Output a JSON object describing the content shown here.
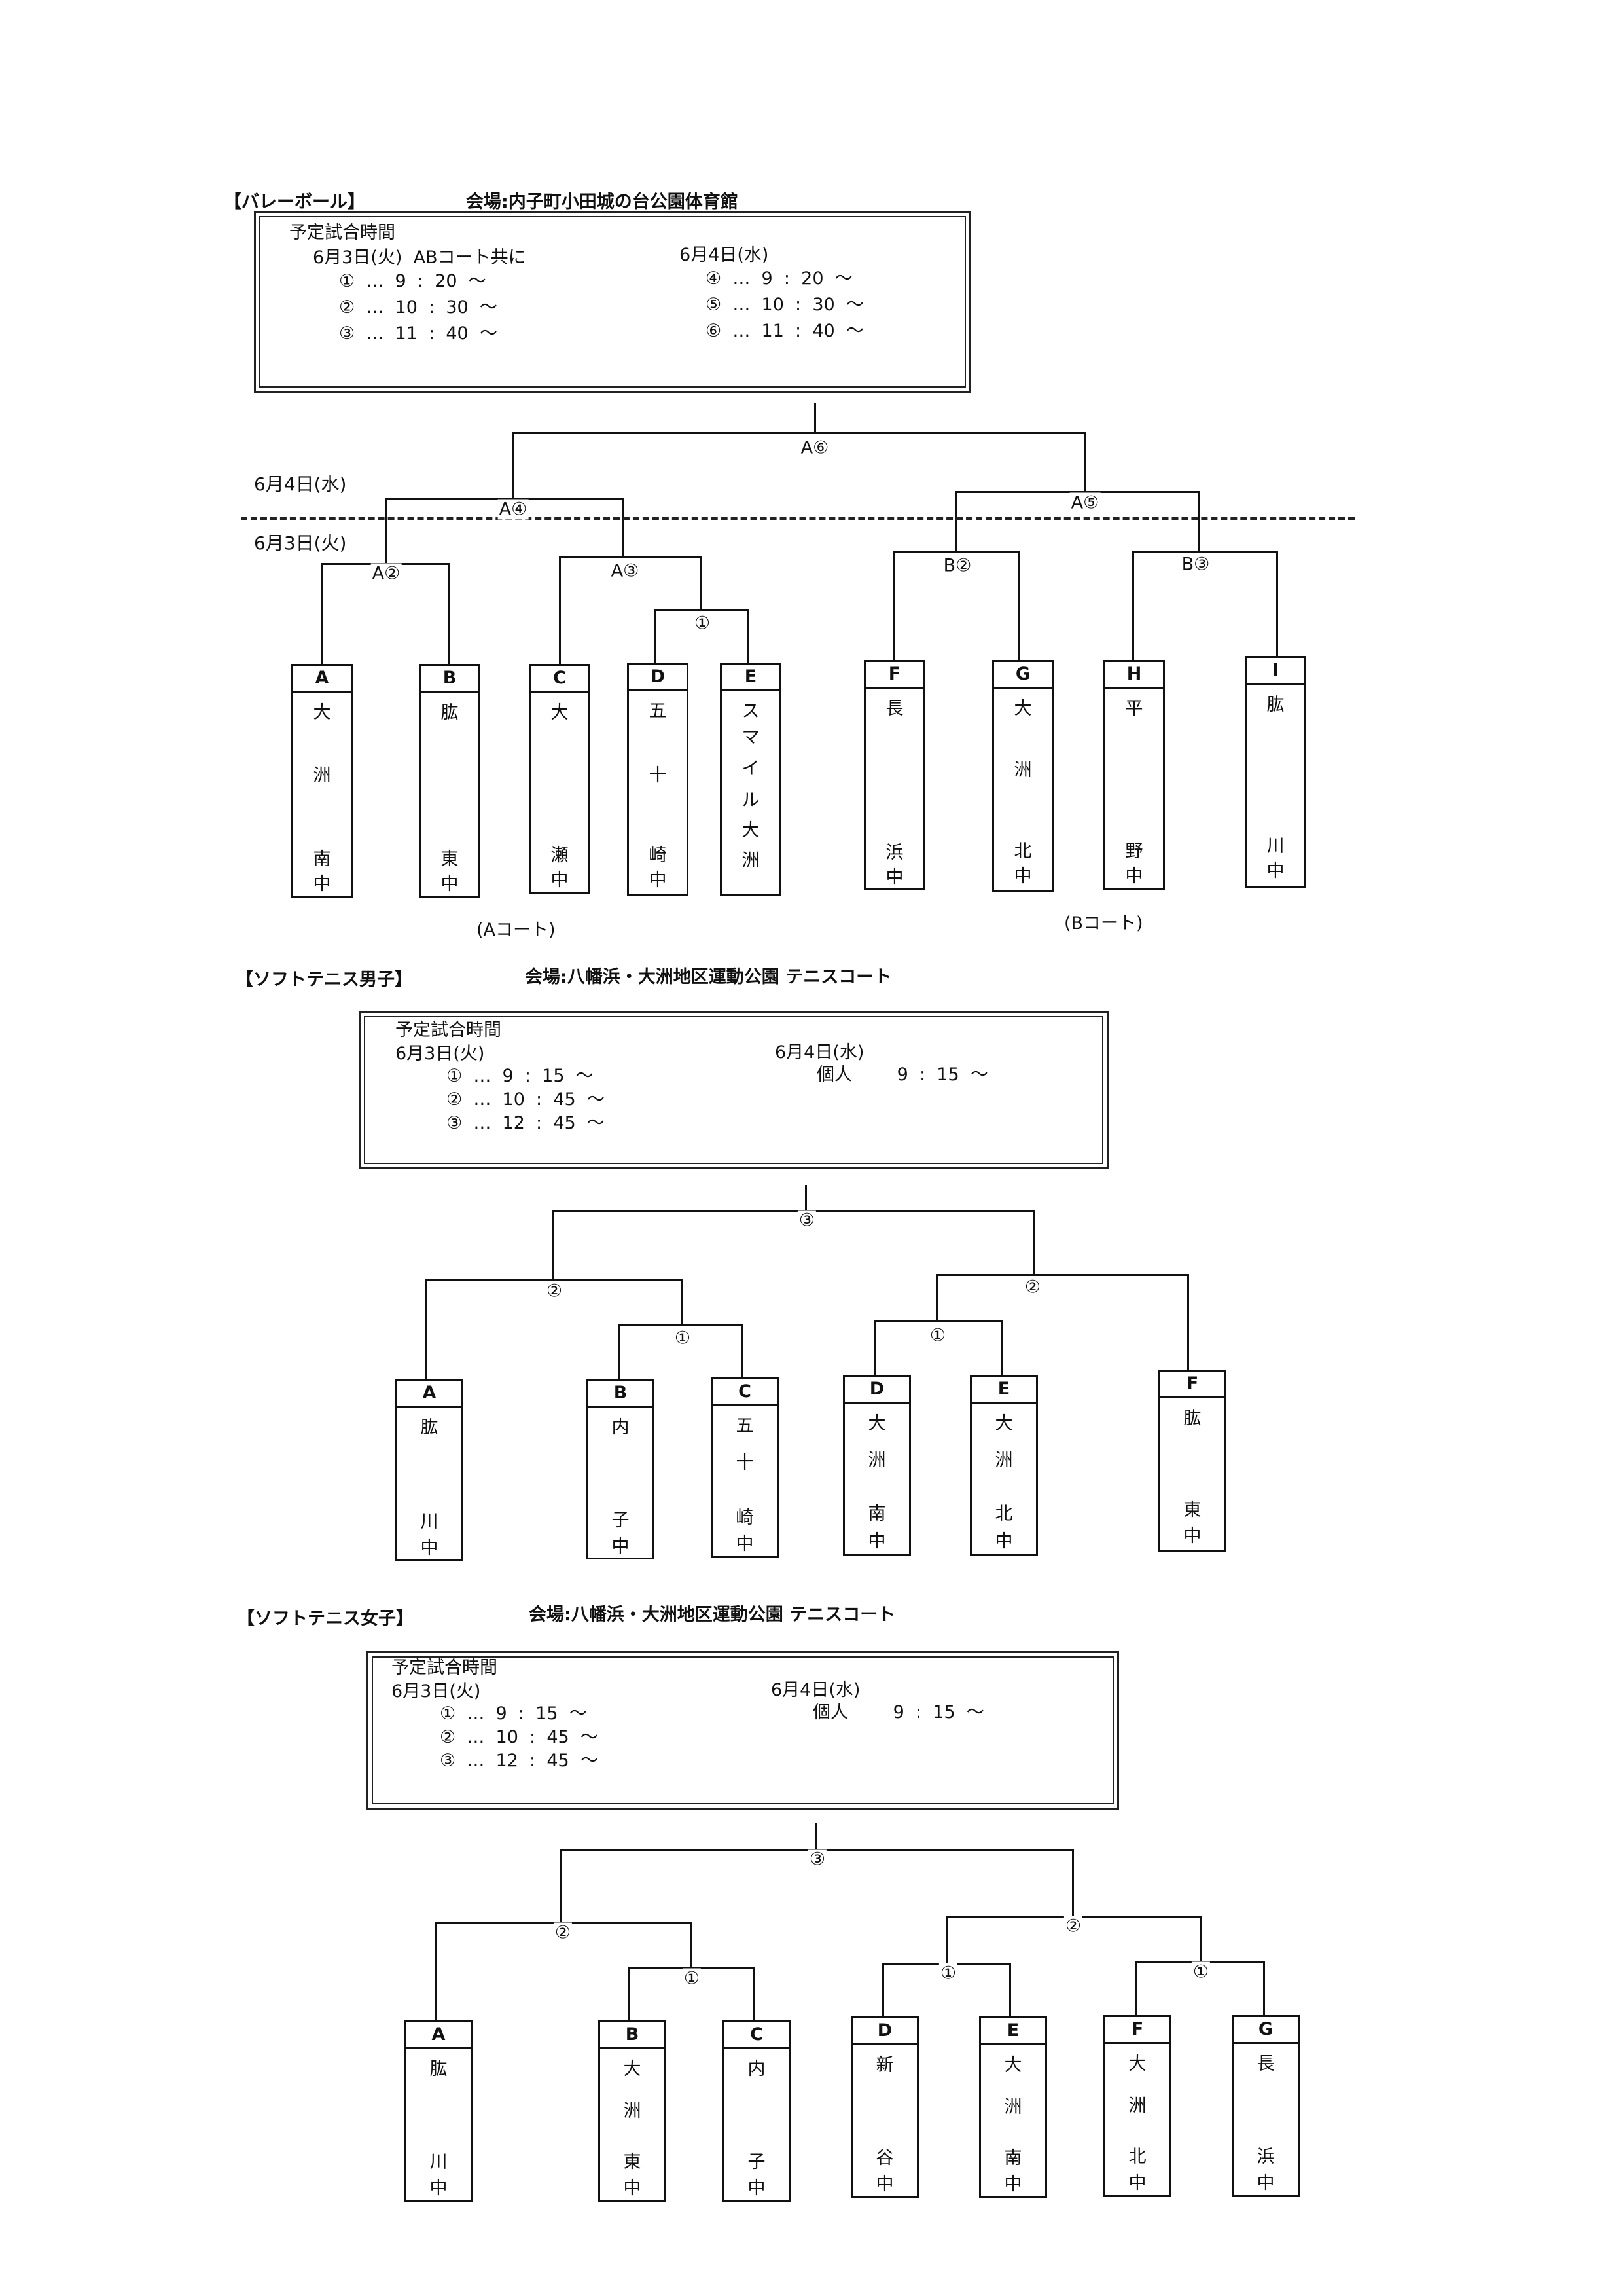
{
  "volleyball": {
    "title": "【バレーボール】",
    "venue": "会場:内子町小田城の台公園体育館",
    "schedule": {
      "heading": "予定試合時間",
      "day1_label": "6月3日(火)  ABコート共に",
      "day1_rows": [
        "①  …  9  :  20  ～",
        "②  …  10  :  30  ～",
        "③  …  11  :  40  ～"
      ],
      "day2_label": "6月4日(水)",
      "day2_rows": [
        "④  …  9  :  20  ～",
        "⑤  …  10  :  30  ～",
        "⑥  …  11  :  40  ～"
      ]
    },
    "date_upper": "6月4日(水)",
    "date_lower": "6月3日(火)",
    "match_labels": [
      "A⑥",
      "A④",
      "A⑤",
      "A②",
      "A③",
      "B②",
      "B③",
      "①"
    ],
    "teams": [
      {
        "letter": "A",
        "chars": [
          "大",
          "洲",
          "南",
          "中"
        ]
      },
      {
        "letter": "B",
        "chars": [
          "肱",
          "東",
          "中"
        ]
      },
      {
        "letter": "C",
        "chars": [
          "大",
          "瀬",
          "中"
        ]
      },
      {
        "letter": "D",
        "chars": [
          "五",
          "十",
          "崎",
          "中"
        ]
      },
      {
        "letter": "E",
        "chars": [
          "ス",
          "マ",
          "イ",
          "ル",
          "大",
          "洲"
        ]
      },
      {
        "letter": "F",
        "chars": [
          "長",
          "浜",
          "中"
        ]
      },
      {
        "letter": "G",
        "chars": [
          "大",
          "洲",
          "北",
          "中"
        ]
      },
      {
        "letter": "H",
        "chars": [
          "平",
          "野",
          "中"
        ]
      },
      {
        "letter": "I",
        "chars": [
          "肱",
          "川",
          "中"
        ]
      }
    ],
    "court_a": "(Aコート)",
    "court_b": "(Bコート)"
  },
  "tennis_boys": {
    "title": "【ソフトテニス男子】",
    "venue": "会場:八幡浜・大洲地区運動公園  テニスコート",
    "schedule": {
      "heading": "予定試合時間",
      "day1_label": "6月3日(火)",
      "day1_rows": [
        "①  …  9  :  15  ～",
        "②  …  10  :  45  ～",
        "③  …  12  :  45  ～"
      ],
      "day2_label": "6月4日(水)",
      "day2_rows": [
        "個人        9  :  15  ～"
      ]
    },
    "match_labels": [
      "③",
      "②",
      "②",
      "①",
      "①"
    ],
    "teams": [
      {
        "letter": "A",
        "chars": [
          "肱",
          "川",
          "中"
        ]
      },
      {
        "letter": "B",
        "chars": [
          "内",
          "子",
          "中"
        ]
      },
      {
        "letter": "C",
        "chars": [
          "五",
          "十",
          "崎",
          "中"
        ]
      },
      {
        "letter": "D",
        "chars": [
          "大",
          "洲",
          "南",
          "中"
        ]
      },
      {
        "letter": "E",
        "chars": [
          "大",
          "洲",
          "北",
          "中"
        ]
      },
      {
        "letter": "F",
        "chars": [
          "肱",
          "東",
          "中"
        ]
      }
    ]
  },
  "tennis_girls": {
    "title": "【ソフトテニス女子】",
    "venue": "会場:八幡浜・大洲地区運動公園  テニスコート",
    "schedule": {
      "heading": "予定試合時間",
      "day1_label": "6月3日(火)",
      "day1_rows": [
        "①  …  9  :  15  ～",
        "②  …  10  :  45  ～",
        "③  …  12  :  45  ～"
      ],
      "day2_label": "6月4日(水)",
      "day2_rows": [
        "個人        9  :  15  ～"
      ]
    },
    "match_labels": [
      "③",
      "②",
      "②",
      "①",
      "①",
      "①"
    ],
    "teams": [
      {
        "letter": "A",
        "chars": [
          "肱",
          "川",
          "中"
        ]
      },
      {
        "letter": "B",
        "chars": [
          "大",
          "洲",
          "東",
          "中"
        ]
      },
      {
        "letter": "C",
        "chars": [
          "内",
          "子",
          "中"
        ]
      },
      {
        "letter": "D",
        "chars": [
          "新",
          "谷",
          "中"
        ]
      },
      {
        "letter": "E",
        "chars": [
          "大",
          "洲",
          "南",
          "中"
        ]
      },
      {
        "letter": "F",
        "chars": [
          "大",
          "洲",
          "北",
          "中"
        ]
      },
      {
        "letter": "G",
        "chars": [
          "長",
          "浜",
          "中"
        ]
      }
    ]
  }
}
